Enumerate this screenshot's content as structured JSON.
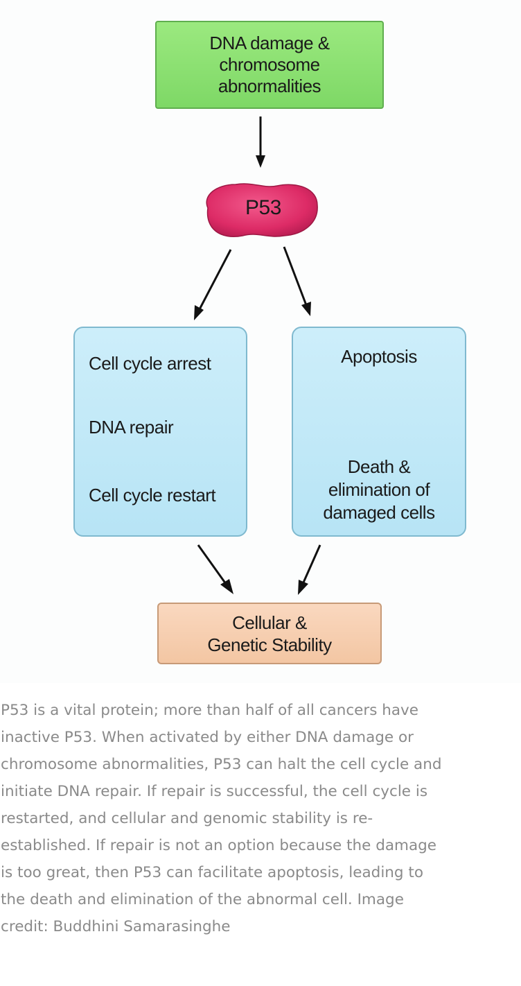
{
  "diagram": {
    "trigger": {
      "lines": [
        "DNA damage &",
        "chromosome",
        "abnormalities"
      ]
    },
    "protein": {
      "label": "P53"
    },
    "left_path": {
      "steps": [
        "Cell cycle arrest",
        "DNA repair",
        "Cell cycle restart"
      ]
    },
    "right_path": {
      "step1": "Apoptosis",
      "step2_lines": [
        "Death &",
        "elimination of",
        "damaged cells"
      ]
    },
    "outcome": {
      "lines": [
        "Cellular &",
        "Genetic Stability"
      ]
    },
    "colors": {
      "trigger_fill": "#8fe173",
      "protein_fill": "#e0306a",
      "path_fill": "#c4e9f8",
      "outcome_fill": "#f7cfb1",
      "caption_text": "#8a8a8a"
    }
  },
  "caption": {
    "lines": [
      "P53 is a vital protein; more than half of all cancers have",
      "inactive P53. When activated by either DNA damage or",
      "chromosome abnormalities, P53 can halt the cell cycle and",
      "initiate DNA repair. If repair is successful, the cell cycle is",
      "restarted, and cellular and genomic stability is re-",
      "established. If repair is not an option because the damage",
      "is too great, then P53 can facilitate apoptosis, leading to",
      "the death and elimination of the abnormal cell. Image",
      "credit: Buddhini Samarasinghe"
    ]
  }
}
